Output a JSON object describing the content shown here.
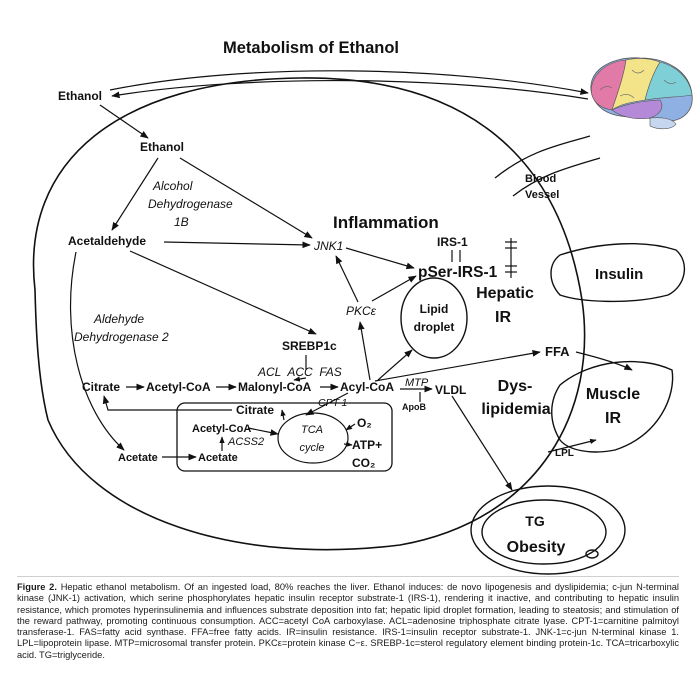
{
  "title": "Metabolism of Ethanol",
  "nodes": {
    "ethanol_outer": "Ethanol",
    "ethanol_inner": "Ethanol",
    "enzyme_adh": [
      "Alcohol",
      "Dehydrogenase",
      "1B"
    ],
    "acetaldehyde": "Acetaldehyde",
    "enzyme_aldh": [
      "Aldehyde",
      "Dehydrogenase 2"
    ],
    "inflammation": "Inflammation",
    "jnk1": "JNK1",
    "irs1": "IRS-1",
    "pser_irs1": "pSer-IRS-1",
    "hepatic_ir": [
      "Hepatic",
      "IR"
    ],
    "pkce": "PKCε",
    "lipid_droplet": [
      "Lipid",
      "droplet"
    ],
    "srebp1c": "SREBP1c",
    "lipogenic_enzymes": "ACL  ACC  FAS",
    "citrate": "Citrate",
    "acetyl_coa": "Acetyl-CoA",
    "malonyl_coa": "Malonyl-CoA",
    "acyl_coa": "Acyl-CoA",
    "mtp": "MTP",
    "vldl": "VLDL",
    "apob": "ApoB",
    "cpt1": "CPT-1",
    "mito_citrate": "Citrate",
    "mito_acetyl_coa": "Acetyl-CoA",
    "acss2": "ACSS2",
    "tca_cycle": [
      "TCA",
      "cycle"
    ],
    "o2": "O₂",
    "atp": "ATP+",
    "co2": "CO₂",
    "acetate_left": "Acetate",
    "acetate_mito": "Acetate",
    "blood_vessel": [
      "Blood",
      "Vessel"
    ],
    "insulin": "Insulin",
    "ffa": "FFA",
    "dyslipidemia": [
      "Dys-",
      "lipidemia"
    ],
    "muscle_ir": [
      "Muscle",
      "IR"
    ],
    "lpl": "LPL",
    "tg_obesity": [
      "TG",
      "Obesity"
    ]
  },
  "caption": {
    "label": "Figure 2.",
    "text": "Hepatic ethanol metabolism. Of an ingested load, 80% reaches the liver. Ethanol induces: de novo lipogenesis and dyslipidemia; c-jun N-terminal kinase (JNK-1) activation, which serine phosphorylates hepatic insulin receptor substrate-1 (IRS-1), rendering it inactive, and contributing to hepatic insulin resistance, which promotes hyperinsulinemia and influences substrate deposition into fat; hepatic lipid droplet formation, leading to steatosis; and stimulation of the reward pathway, promoting continuous consumption. ACC=acetyl CoA carboxylase. ACL=adenosine triphosphate citrate lyase. CPT-1=carnitine palmitoyl transferase-1. FAS=fatty acid synthase. FFA=free fatty acids. IR=insulin resistance. IRS-1=insulin receptor substrate-1. JNK-1=c-jun N-terminal kinase 1. LPL=lipoprotein lipase. MTP=microsomal transfer protein. PKCε=protein kinase C−ε. SREBP-1c=sterol regulatory element binding protein-1c. TCA=tricarboxylic acid. TG=triglyceride."
  },
  "colors": {
    "ink": "#111111",
    "brain_pink": "#e27aa8",
    "brain_yellow": "#f3e48a",
    "brain_teal": "#7fd0d6",
    "brain_blue": "#8fb0e3",
    "brain_purple": "#b48ad8",
    "cerebellum": "#c5d7ef",
    "caption_text": "#1a1a1a"
  },
  "icons": [
    "brain-icon"
  ]
}
